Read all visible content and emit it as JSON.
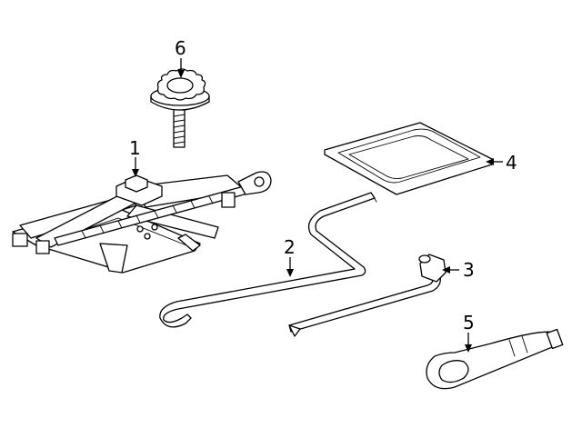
{
  "callouts": [
    {
      "id": "1",
      "label": "1",
      "part": "scissor-jack"
    },
    {
      "id": "2",
      "label": "2",
      "part": "jack-handle"
    },
    {
      "id": "3",
      "label": "3",
      "part": "lug-wrench"
    },
    {
      "id": "4",
      "label": "4",
      "part": "tool-bag"
    },
    {
      "id": "5",
      "label": "5",
      "part": "jack-handle-extension"
    },
    {
      "id": "6",
      "label": "6",
      "part": "jack-hold-down-bolt"
    }
  ]
}
